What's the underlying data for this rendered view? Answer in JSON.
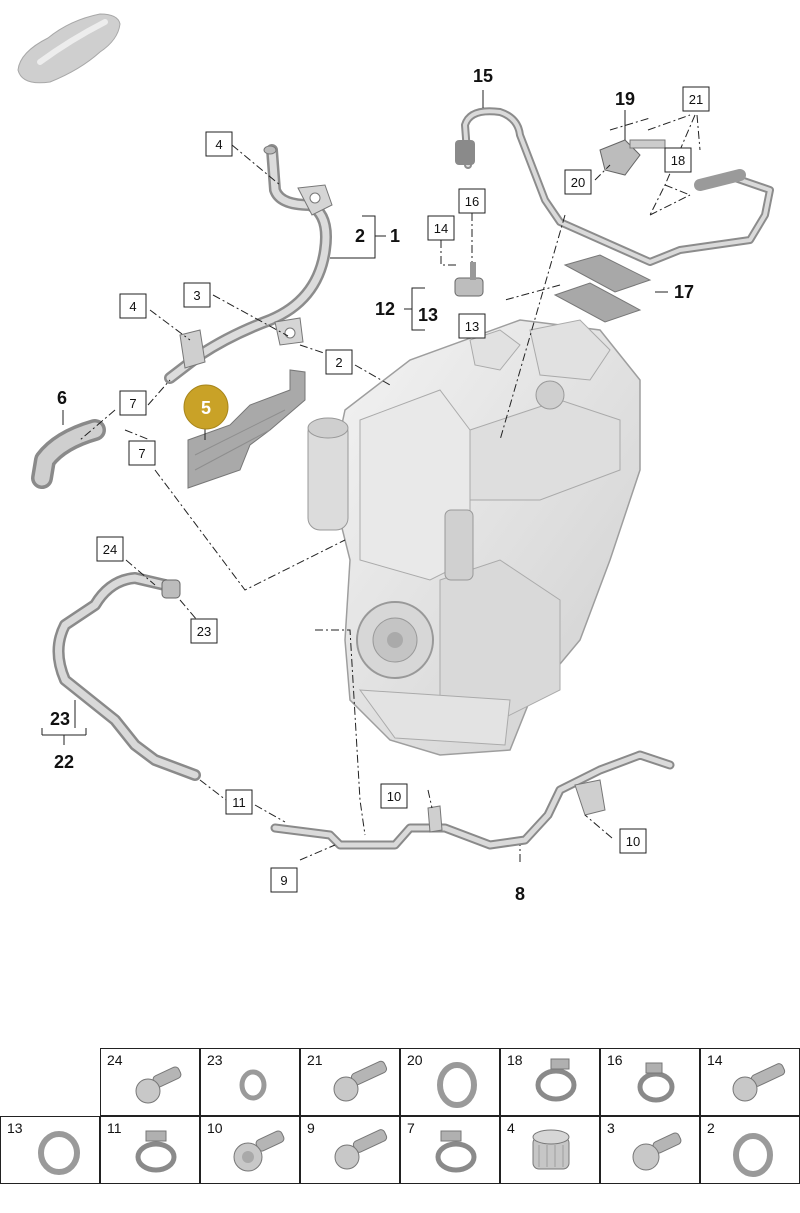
{
  "callouts": {
    "c1": "1",
    "c2": "2",
    "c2b": "2",
    "c3": "3",
    "c4a": "4",
    "c4b": "4",
    "c5": "5",
    "c6": "6",
    "c7a": "7",
    "c7b": "7",
    "c8": "8",
    "c9": "9",
    "c10a": "10",
    "c10b": "10",
    "c11": "11",
    "c12": "12",
    "c13a": "13",
    "c13b": "13",
    "c14": "14",
    "c15": "15",
    "c16": "16",
    "c17": "17",
    "c18": "18",
    "c19": "19",
    "c20": "20",
    "c21": "21",
    "c22": "22",
    "c23a": "23",
    "c23b": "23",
    "c24": "24"
  },
  "hardware_table": {
    "row1": [
      "24",
      "23",
      "21",
      "20",
      "18",
      "16",
      "14"
    ],
    "row2": [
      "13",
      "11",
      "10",
      "9",
      "7",
      "4",
      "3",
      "2"
    ]
  },
  "colors": {
    "highlight": "#c9a227",
    "part_gray": "#b8b8b8",
    "line": "#222222"
  }
}
